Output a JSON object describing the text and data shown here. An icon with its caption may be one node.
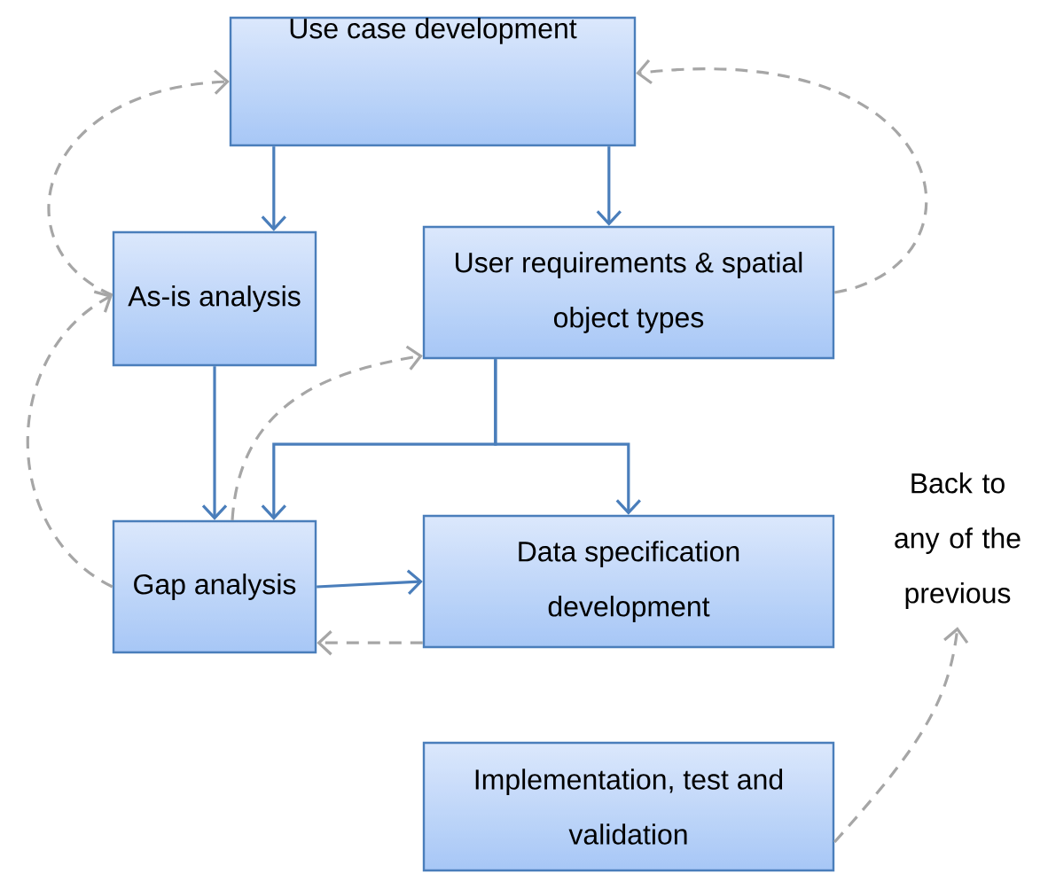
{
  "diagram": {
    "nodes": [
      {
        "text": [
          "Use case development"
        ]
      },
      {
        "text": [
          "As-is analysis"
        ]
      },
      {
        "text": [
          "User requirements & spatial object types"
        ]
      },
      {
        "text": [
          "Gap analysis"
        ]
      },
      {
        "text": [
          "Data specification development"
        ]
      },
      {
        "text": [
          "Implementation, test and validation"
        ]
      },
      {
        "text": [
          "Back to any of the previous"
        ]
      }
    ],
    "edges": [
      {
        "from": 0,
        "to": 1,
        "arrow": "to"
      },
      {
        "from": 0,
        "to": 2,
        "arrow": "to"
      },
      {
        "from": 1,
        "to": 3,
        "arrow": "to"
      },
      {
        "from": 2,
        "to": 3,
        "arrow": "to"
      },
      {
        "from": 2,
        "to": 4,
        "arrow": "to"
      },
      {
        "from": 3,
        "to": 4,
        "arrow": "to"
      },
      {
        "from": 1,
        "to": 0,
        "arrow": "to",
        "style": "dashed",
        "color": "#a6a6a6"
      },
      {
        "from": 2,
        "to": 0,
        "arrow": "to",
        "style": "dashed",
        "color": "#a6a6a6"
      },
      {
        "from": 3,
        "to": 1,
        "arrow": "to",
        "style": "dashed",
        "color": "#a6a6a6"
      },
      {
        "from": 3,
        "to": 2,
        "arrow": "to",
        "style": "dashed",
        "color": "#a6a6a6"
      },
      {
        "from": 4,
        "to": 3,
        "arrow": "to",
        "style": "dashed",
        "color": "#a6a6a6"
      },
      {
        "from": 5,
        "to": 6,
        "arrow": "to",
        "style": "dashed",
        "color": "#a6a6a6"
      }
    ]
  }
}
